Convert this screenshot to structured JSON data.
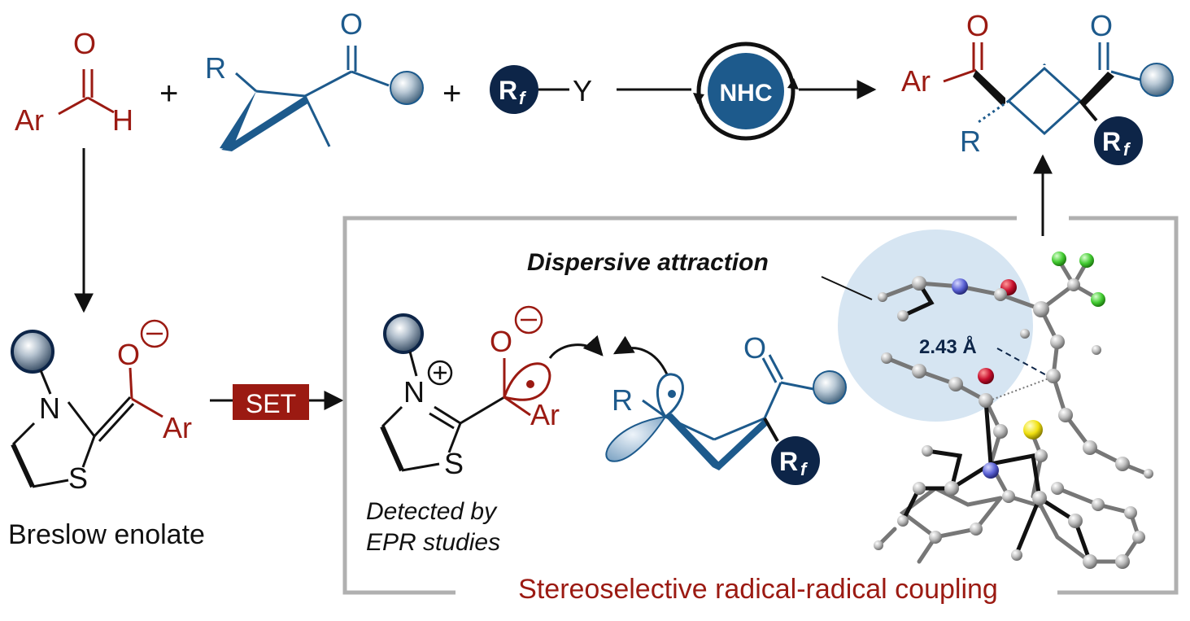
{
  "colors": {
    "red": "#9b1a12",
    "blue": "#1d5a8c",
    "navy": "#0d2548",
    "grey_box": "#b0b0b0",
    "highlight": "#cfe0f0"
  },
  "reagents": {
    "aldehyde": {
      "o": "O",
      "ar": "Ar",
      "h": "H"
    },
    "bcp": {
      "r": "R",
      "o": "O"
    },
    "rf_reagent": {
      "r": "R",
      "f": "f",
      "y": "Y"
    },
    "plus": "+"
  },
  "catalyst": {
    "label": "NHC"
  },
  "product": {
    "o1": "O",
    "ar": "Ar",
    "o2": "O",
    "r": "R",
    "rf_r": "R",
    "rf_f": "f"
  },
  "breslow": {
    "n": "N",
    "s": "S",
    "o": "O",
    "ar": "Ar",
    "label": "Breslow enolate"
  },
  "set": {
    "label": "SET"
  },
  "radical_cation": {
    "n": "N",
    "s": "S",
    "o": "O",
    "ar": "Ar",
    "note_line1": "Detected by",
    "note_line2": "EPR studies"
  },
  "bcp_radical": {
    "r": "R",
    "o": "O",
    "rf_r": "R",
    "rf_f": "f"
  },
  "box": {
    "dispersive_label": "Dispersive attraction",
    "distance": "2.43 Å",
    "caption": "Stereoselective radical-radical coupling"
  }
}
